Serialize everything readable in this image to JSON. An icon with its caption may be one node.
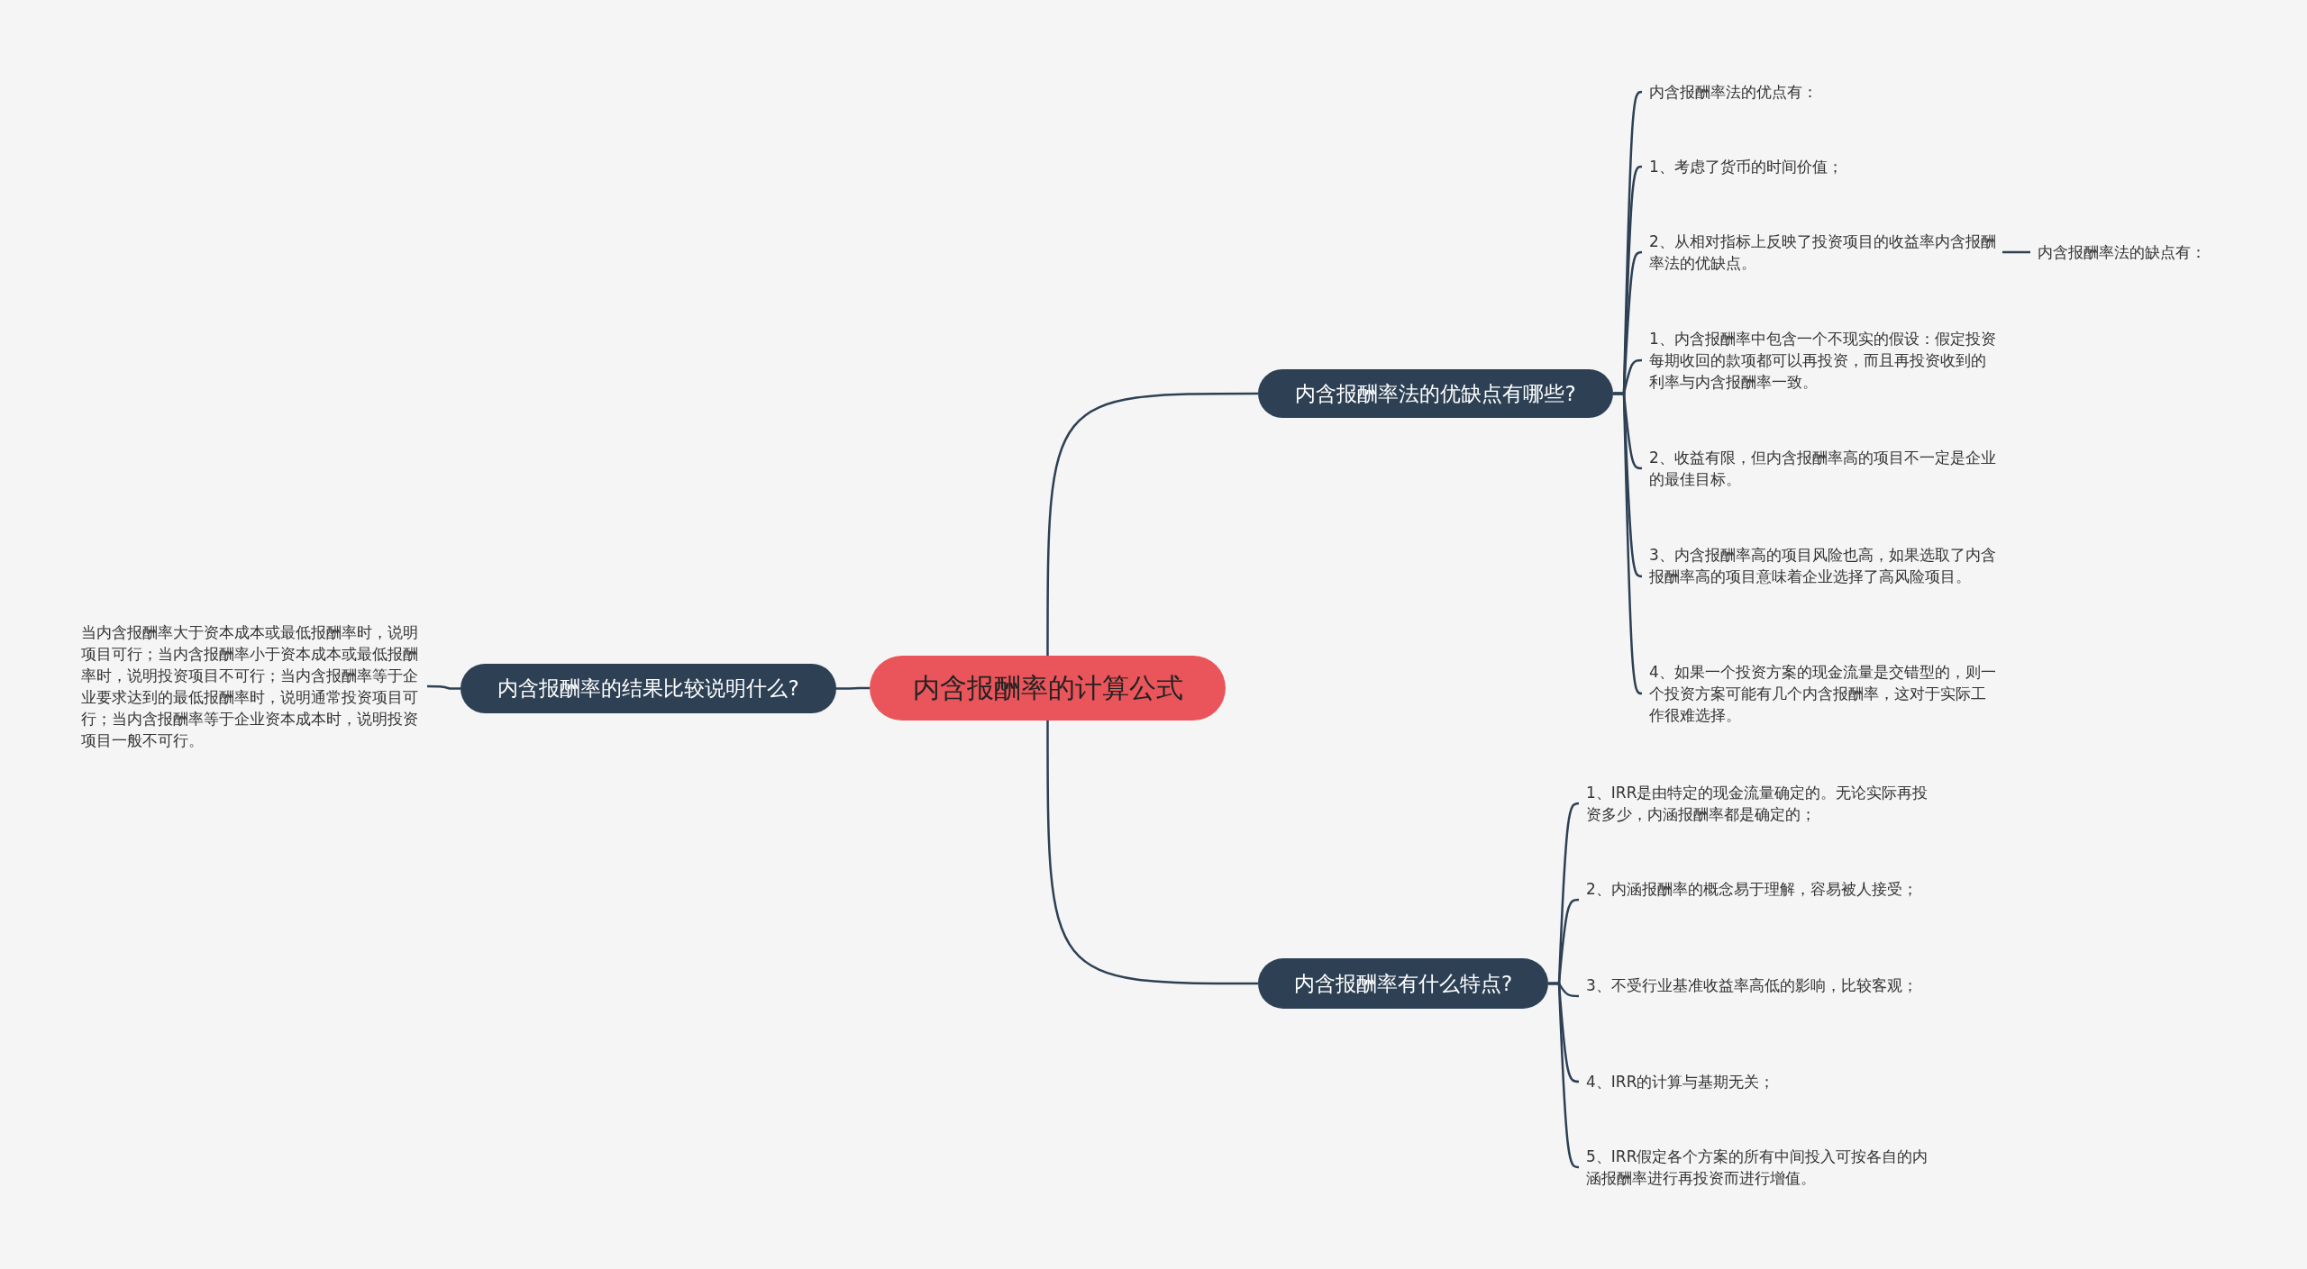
{
  "diagram": {
    "nodes": [
      {
        "text": [
          "内含报酬率的计算公式"
        ]
      },
      {
        "text": [
          "内含报酬率法的优缺点有哪些?"
        ]
      },
      {
        "text": [
          "内含报酬率法的优点有："
        ]
      },
      {
        "text": [
          "1、考虑了货币的时间价值；"
        ]
      },
      {
        "text": [
          "2、从相对指标上反映了投资项目的收益率内含报酬率法的优缺点。"
        ]
      },
      {
        "text": [
          "内含报酬率法的缺点有："
        ]
      },
      {
        "text": [
          "1、内含报酬率中包含一个不现实的假设：假定投资每期收回的款项都可以再投资，而且再投资收到的利率与内含报酬率一致。"
        ]
      },
      {
        "text": [
          "2、收益有限，但内含报酬率高的项目不一定是企业的最佳目标。"
        ]
      },
      {
        "text": [
          "3、内含报酬率高的项目风险也高，如果选取了内含报酬率高的项目意味着企业选择了高风险项目。"
        ]
      },
      {
        "text": [
          "4、如果一个投资方案的现金流量是交错型的，则一个投资方案可能有几个内含报酬率，这对于实际工作很难选择。"
        ]
      },
      {
        "text": [
          "内含报酬率有什么特点?"
        ]
      },
      {
        "text": [
          "1、IRR是由特定的现金流量确定的。无论实际再投资多少，内涵报酬率都是确定的；"
        ]
      },
      {
        "text": [
          "2、内涵报酬率的概念易于理解，容易被人接受；"
        ]
      },
      {
        "text": [
          "3、不受行业基准收益率高低的影响，比较客观；"
        ]
      },
      {
        "text": [
          "4、IRR的计算与基期无关；"
        ]
      },
      {
        "text": [
          "5、IRR假定各个方案的所有中间投入可按各自的内涵报酬率进行再投资而进行增值。"
        ]
      },
      {
        "text": [
          "内含报酬率的结果比较说明什么?"
        ]
      },
      {
        "text": [
          "当内含报酬率大于资本成本或最低报酬率时，说明项目可行；当内含报酬率小于资本成本或最低报酬率时，说明投资项目不可行；当内含报酬率等于企业要求达到的最低报酬率时，说明通常投资项目可行；当内含报酬率等于企业资本成本时，说明投资项目一般不可行。"
        ]
      }
    ],
    "edges": [
      {
        "from": 0,
        "to": 1,
        "arrow": "none"
      },
      {
        "from": 1,
        "to": 2,
        "arrow": "none"
      },
      {
        "from": 1,
        "to": 3,
        "arrow": "none"
      },
      {
        "from": 1,
        "to": 4,
        "arrow": "none"
      },
      {
        "from": 4,
        "to": 5,
        "arrow": "none"
      },
      {
        "from": 1,
        "to": 6,
        "arrow": "none"
      },
      {
        "from": 1,
        "to": 7,
        "arrow": "none"
      },
      {
        "from": 1,
        "to": 8,
        "arrow": "none"
      },
      {
        "from": 1,
        "to": 9,
        "arrow": "none"
      },
      {
        "from": 0,
        "to": 10,
        "arrow": "none"
      },
      {
        "from": 10,
        "to": 11,
        "arrow": "none"
      },
      {
        "from": 10,
        "to": 12,
        "arrow": "none"
      },
      {
        "from": 10,
        "to": 13,
        "arrow": "none"
      },
      {
        "from": 10,
        "to": 14,
        "arrow": "none"
      },
      {
        "from": 10,
        "to": 15,
        "arrow": "none"
      },
      {
        "from": 0,
        "to": 16,
        "arrow": "none"
      },
      {
        "from": 16,
        "to": 17,
        "arrow": "none"
      }
    ]
  }
}
